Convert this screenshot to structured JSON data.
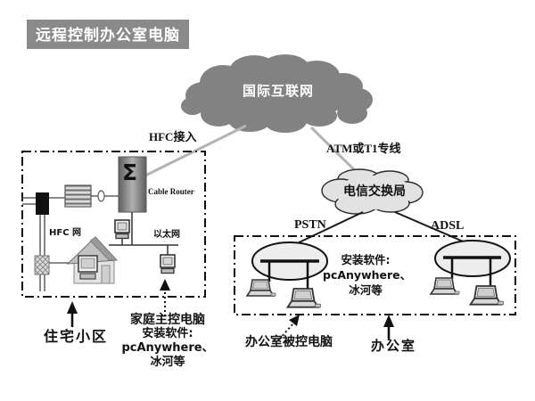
{
  "title": "远程控制办公室电脑",
  "colors": {
    "title_bg": "#8a8a8a",
    "internet_cloud": "#828282",
    "telecom_cloud_fill": "#e2e2e2",
    "link_gray": "#b3b3b3",
    "ink": "#111111"
  },
  "labels": {
    "internet_cloud": "国际互联网",
    "hfc_access": "HFC接入",
    "atm_or_t1": "ATM或T1专线",
    "telecom_exchange": "电信交换局",
    "pstn": "PSTN",
    "adsl": "ADSL",
    "cable_router": "Cable Router",
    "sigma": "Σ",
    "hfc_network": "HFC 网",
    "ethernet": "以太网"
  },
  "annotations": {
    "residential_area": "住宅小区",
    "home_pc": {
      "title": "家庭主控电脑",
      "line1": "安装软件:",
      "line2": "pcAnywhere、",
      "line3": "冰河等"
    },
    "office_software": {
      "line1": "安装软件:",
      "line2": "pcAnywhere、",
      "line3": "冰河等"
    },
    "office_controlled_pc": "办公室被控电脑",
    "office": "办公室"
  }
}
